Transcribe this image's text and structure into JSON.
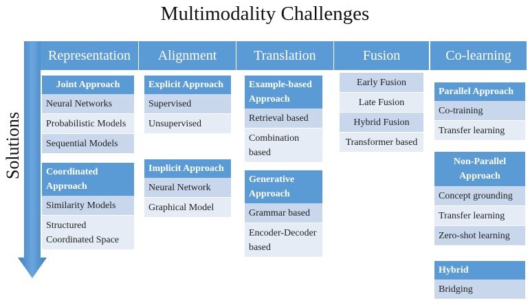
{
  "title": "Multimodality Challenges",
  "side_label": "Solutions",
  "columns": [
    {
      "header": "Representation",
      "groups": [
        {
          "header": "Joint Approach",
          "items": [
            "Neural Networks",
            "Probabilistic Models",
            "Sequential Models"
          ]
        },
        {
          "header": "Coordinated Approach",
          "items": [
            "Similarity Models",
            "Structured Coordinated Space"
          ]
        }
      ]
    },
    {
      "header": "Alignment",
      "groups": [
        {
          "header": "Explicit Approach",
          "items": [
            "Supervised",
            "Unsupervised"
          ]
        },
        {
          "header": "Implicit Approach",
          "items": [
            "Neural Network",
            "Graphical Model"
          ]
        }
      ]
    },
    {
      "header": "Translation",
      "groups": [
        {
          "header": "Example-based Approach",
          "items": [
            "Retrieval based",
            "Combination based"
          ]
        },
        {
          "header": "Generative Approach",
          "items": [
            "Grammar based",
            "Encoder-Decoder based"
          ]
        }
      ]
    },
    {
      "header": "Fusion",
      "groups": [
        {
          "header": "",
          "items": [
            "Early Fusion",
            "Late Fusion",
            "Hybrid Fusion",
            "Transformer based"
          ]
        }
      ]
    },
    {
      "header": "Co-learning",
      "groups": [
        {
          "header": "Parallel Approach",
          "items": [
            "Co-training",
            "Transfer learning"
          ]
        },
        {
          "header": "Non-Parallel Approach",
          "items": [
            "Concept grounding",
            "Transfer learning",
            "Zero-shot learning"
          ]
        },
        {
          "header": "Hybrid",
          "items": [
            "Bridging"
          ]
        }
      ]
    }
  ],
  "colors": {
    "header_blue": "#5b9bd5",
    "item_dark": "#c9d7ec",
    "item_light": "#e6ecf6",
    "arrow": "#4a8ccc"
  }
}
